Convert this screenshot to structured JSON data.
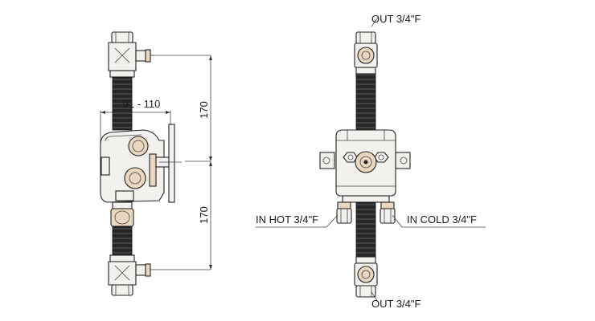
{
  "side_view": {
    "dim_depth": "91 - 110",
    "dim_upper": "170",
    "dim_lower": "170"
  },
  "front_view": {
    "out_top": "OUT 3/4\"F",
    "out_bottom": "OUT 3/4\"F",
    "in_hot": "IN HOT 3/4\"F",
    "in_cold": "IN COLD 3/4\"F"
  }
}
